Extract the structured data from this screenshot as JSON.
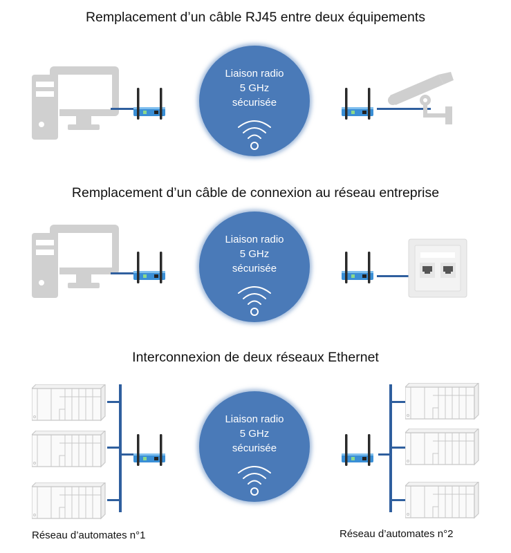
{
  "sections": [
    {
      "title": "Remplacement d’un câble RJ45 entre deux équipements",
      "left_device": "computer",
      "right_device": "surveillance-camera",
      "link": {
        "line1": "Liaison radio",
        "line2": "5 GHz",
        "line3": "sécurisée",
        "icon": "wifi-icon"
      }
    },
    {
      "title": "Remplacement d’un câble de connexion au réseau entreprise",
      "left_device": "computer",
      "right_device": "rj45-wall-socket",
      "link": {
        "line1": "Liaison radio",
        "line2": "5 GHz",
        "line3": "sécurisée",
        "icon": "wifi-icon"
      }
    },
    {
      "title": "Interconnexion de deux réseaux Ethernet",
      "left_device": "plc-network",
      "right_device": "plc-network",
      "link": {
        "line1": "Liaison radio",
        "line2": "5 GHz",
        "line3": "sécurisée",
        "icon": "wifi-icon"
      },
      "left_label": "Réseau d’automates n°1",
      "right_label": "Réseau d’automates n°2"
    }
  ],
  "colors": {
    "bubble": "#4a7ab8",
    "cable": "#2f5f9e",
    "device_grey": "#cfcfcf",
    "router_blue": "#3a8fd6"
  }
}
